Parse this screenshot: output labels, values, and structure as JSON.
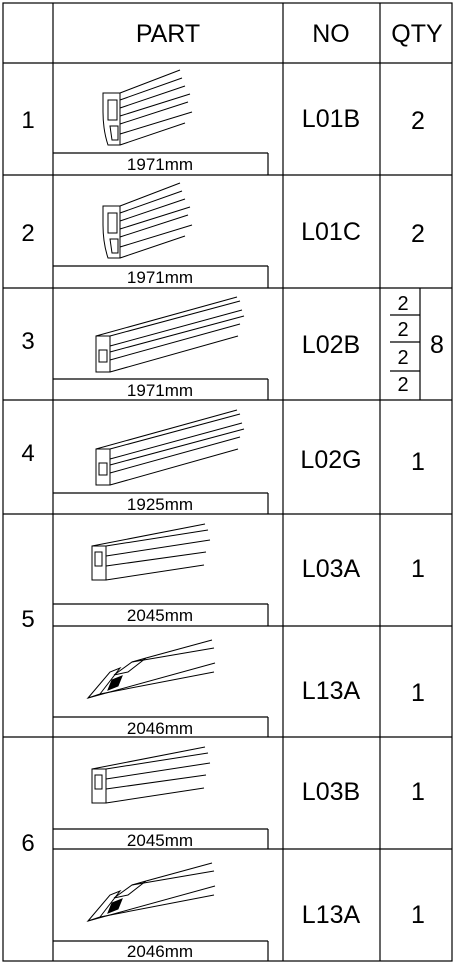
{
  "header": {
    "part": "PART",
    "no": "NO",
    "qty": "QTY"
  },
  "rows": [
    {
      "index": "1",
      "length": "1971mm",
      "no": "L01B",
      "qty": "2",
      "icon": "corner-post-profile-icon"
    },
    {
      "index": "2",
      "length": "1971mm",
      "no": "L01C",
      "qty": "2",
      "icon": "corner-post-profile-icon"
    },
    {
      "index": "3",
      "length": "1971mm",
      "no": "L02B",
      "qty_breakdown": [
        "2",
        "2",
        "2",
        "2"
      ],
      "qty": "8",
      "icon": "flat-rail-profile-icon"
    },
    {
      "index": "4",
      "length": "1925mm",
      "no": "L02G",
      "qty": "1",
      "icon": "flat-rail-profile-icon"
    },
    {
      "index": "5",
      "items": [
        {
          "length": "2045mm",
          "no": "L03A",
          "qty": "1",
          "icon": "channel-profile-icon"
        },
        {
          "length": "2046mm",
          "no": "L13A",
          "qty": "1",
          "icon": "angled-strip-profile-icon"
        }
      ]
    },
    {
      "index": "6",
      "items": [
        {
          "length": "2045mm",
          "no": "L03B",
          "qty": "1",
          "icon": "channel-profile-icon"
        },
        {
          "length": "2046mm",
          "no": "L13A",
          "qty": "1",
          "icon": "angled-strip-profile-icon"
        }
      ]
    }
  ]
}
